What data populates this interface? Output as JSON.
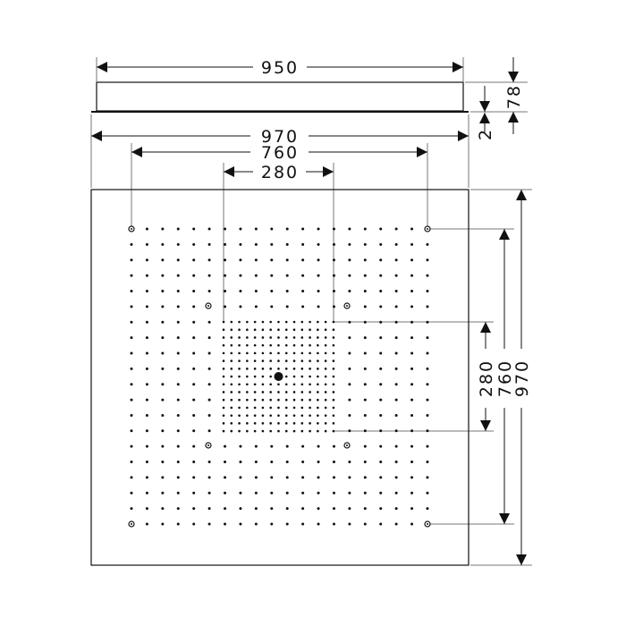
{
  "dimensions": {
    "top_width": "950",
    "height": "78",
    "gap": "2",
    "outer_width": "970",
    "mount_width": "760",
    "center_width": "280",
    "side_center": "280",
    "side_mount": "760",
    "side_outer": "970"
  },
  "colors": {
    "line": "#111111",
    "background": "#ffffff"
  }
}
